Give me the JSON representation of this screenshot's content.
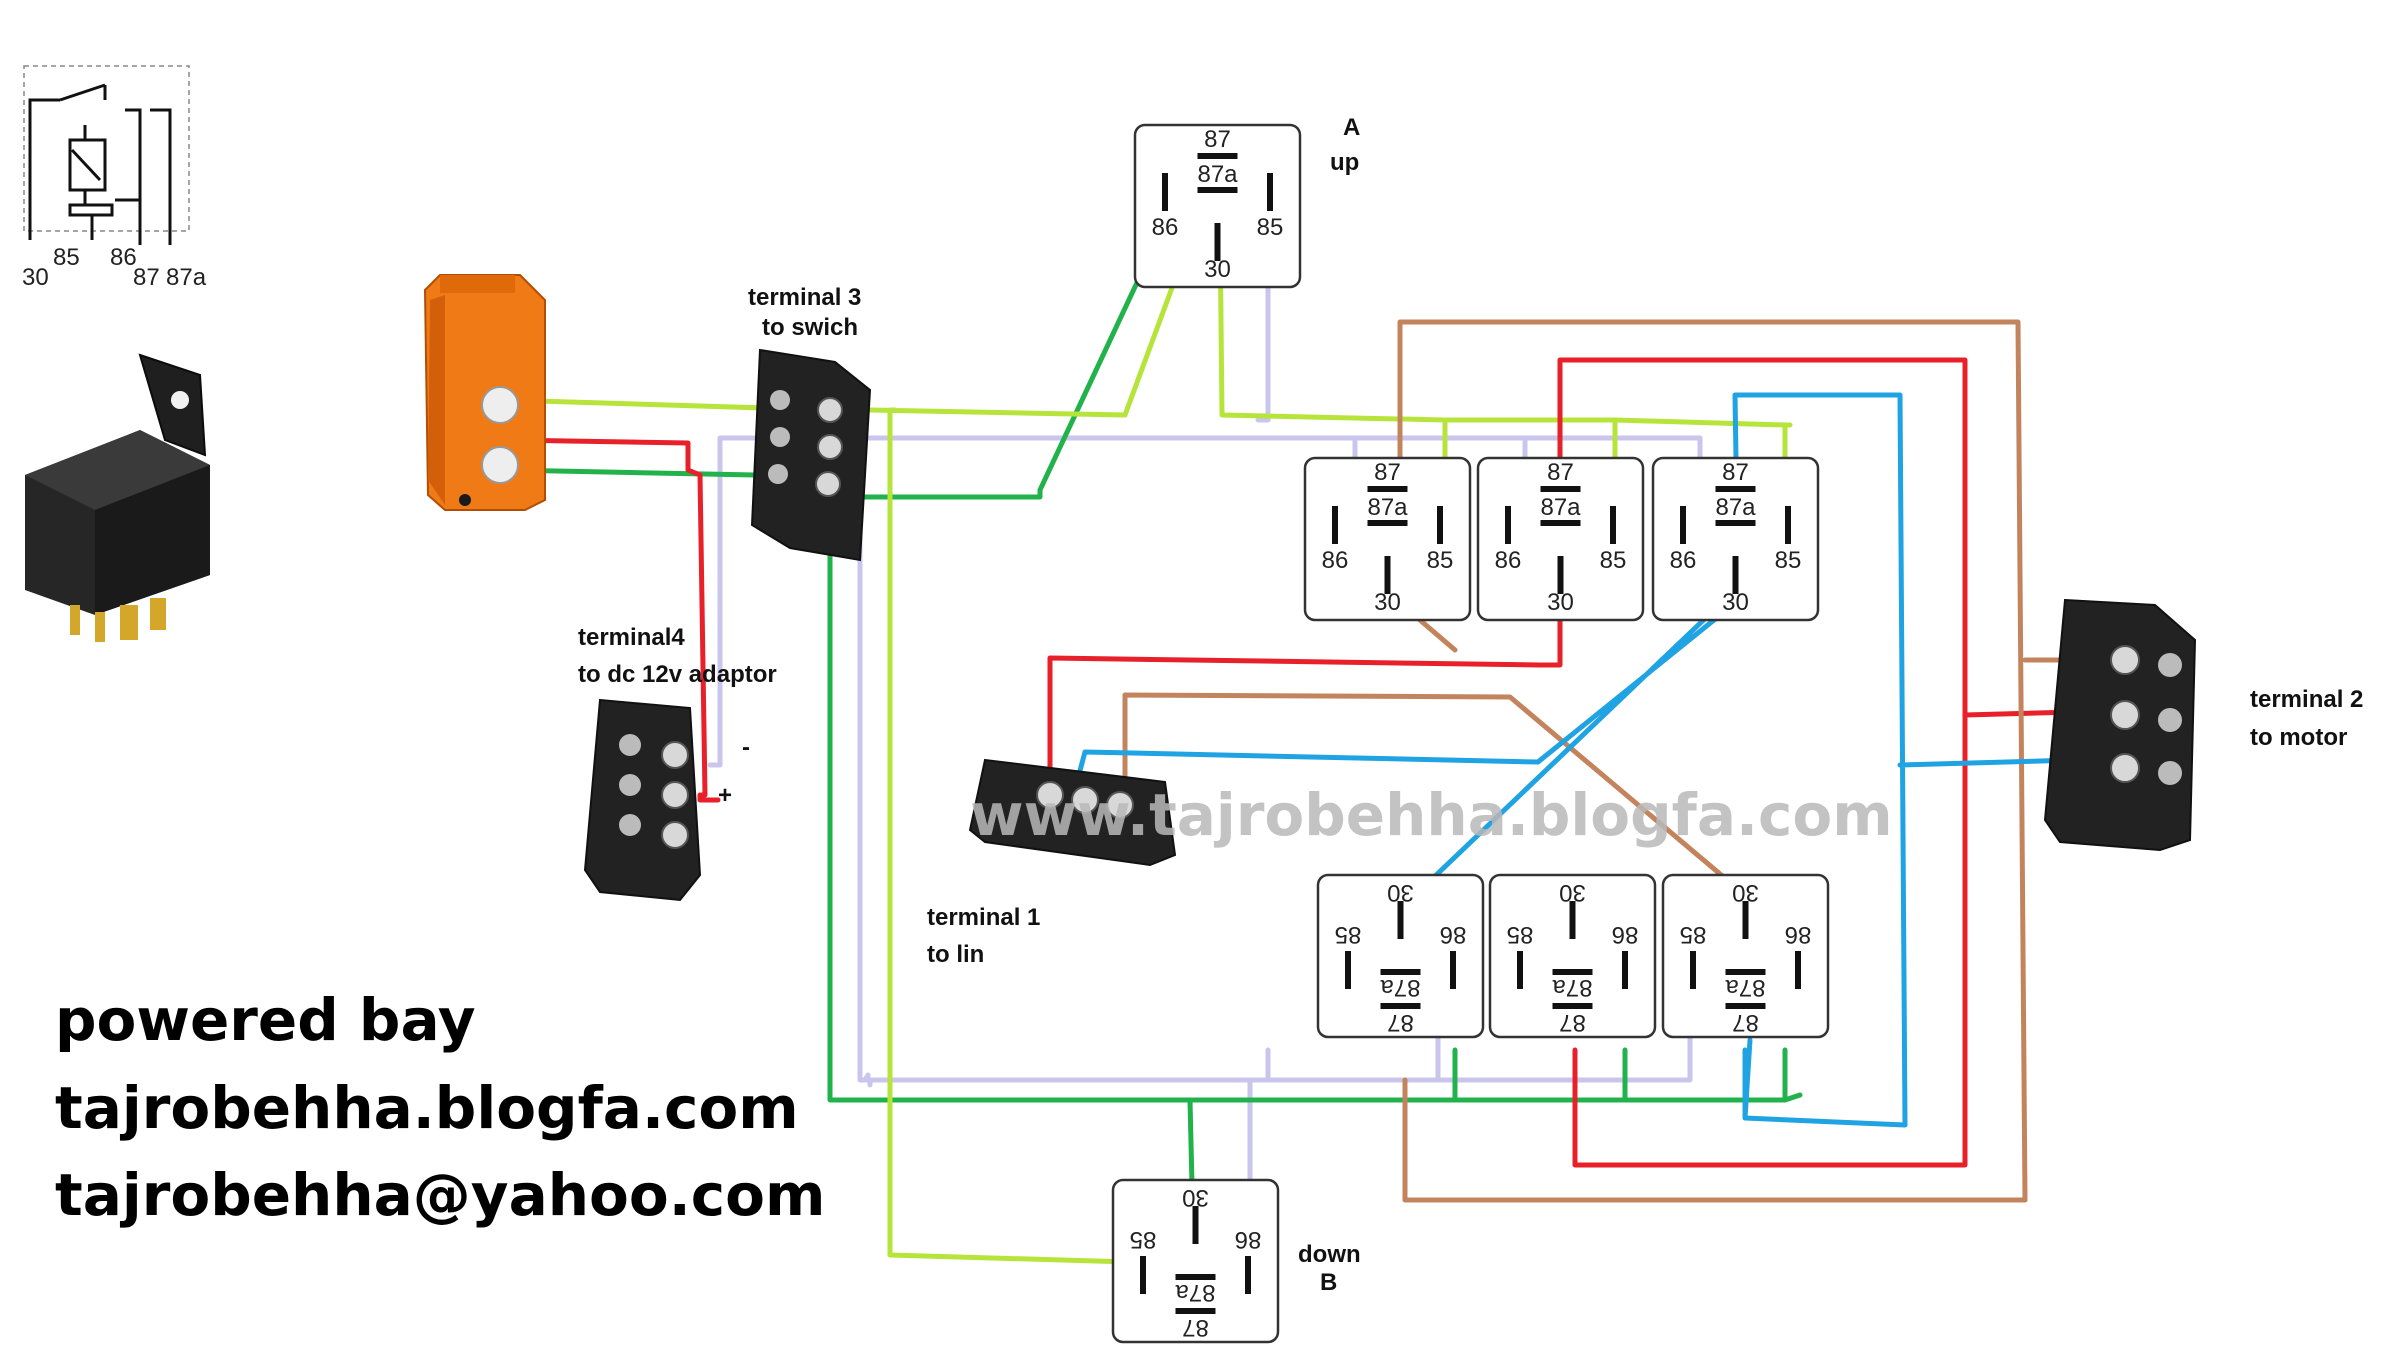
{
  "colors": {
    "red": "#e8202a",
    "green": "#21b24b",
    "lime": "#b6e43b",
    "brown": "#c3845d",
    "blue": "#1fa3e3",
    "lavender": "#c9c5ec",
    "terminal3_label": "#2a9d3c"
  },
  "legend": {
    "pins": [
      "30",
      "85",
      "86",
      "87",
      "87a"
    ]
  },
  "labels": {
    "relay_a_letter": "A",
    "relay_a_word": "up",
    "relay_b_word": "down",
    "relay_b_letter": "B",
    "terminal3_line1": "terminal 3",
    "terminal3_line2": "to swich",
    "terminal4_line1": "terminal4",
    "terminal4_line2": "to dc 12v adaptor",
    "minus": "-",
    "plus": "+",
    "terminal1_line1": "terminal 1",
    "terminal1_line2": "to lin",
    "terminal2_line1": "terminal 2",
    "terminal2_line2": "to motor"
  },
  "watermark": "www.tajrobehha.blogfa.com",
  "credits": [
    "powered bay",
    "tajrobehha.blogfa.com",
    "tajrobehha@yahoo.com"
  ],
  "relay_pins": {
    "p87": "87",
    "p87a": "87a",
    "p86": "86",
    "p85": "85",
    "p30": "30"
  }
}
